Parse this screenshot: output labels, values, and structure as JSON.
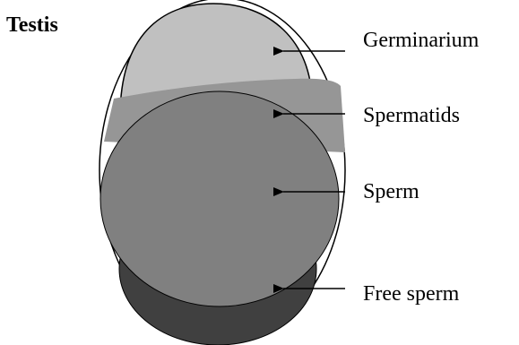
{
  "diagram": {
    "title": "Testis",
    "regions": [
      {
        "label": "Germinarium",
        "color": "#c0c0c0"
      },
      {
        "label": "Spermatids",
        "color": "#969696"
      },
      {
        "label": "Sperm",
        "color": "#808080"
      },
      {
        "label": "Free sperm",
        "color": "#404040"
      }
    ],
    "outline_color": "#000000"
  }
}
